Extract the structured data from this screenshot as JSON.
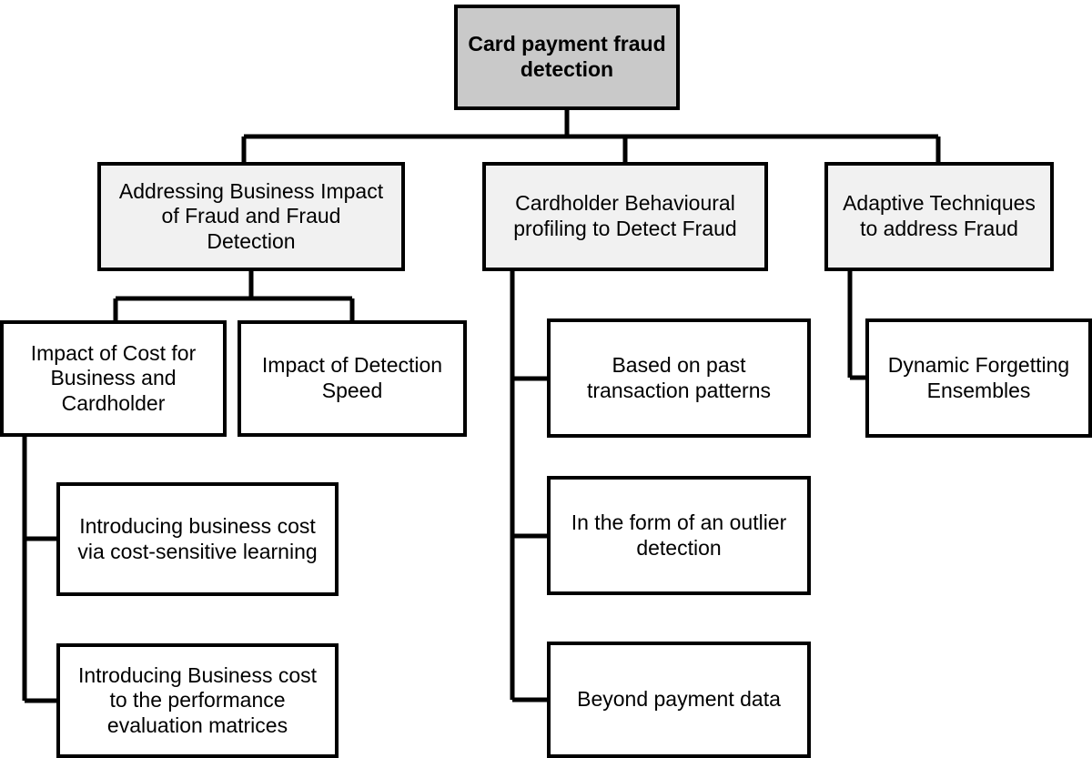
{
  "diagram": {
    "title": "Card payment fraud detection",
    "type": "hierarchy-tree",
    "colors": {
      "root_fill": "#c9c9c9",
      "branch_fill": "#f1f1f1",
      "leaf_fill": "#ffffff",
      "stroke": "#000000",
      "background": "#ffffff"
    },
    "nodes": {
      "root": {
        "label": "Card payment fraud\ndetection",
        "level": 1
      },
      "branch_1": {
        "label": "Addressing Business Impact\nof Fraud and Fraud\nDetection",
        "level": 2
      },
      "branch_2": {
        "label": "Cardholder Behavioural\nprofiling to Detect Fraud",
        "level": 2
      },
      "branch_3": {
        "label": "Adaptive Techniques\nto address Fraud",
        "level": 2
      },
      "leaf_1_1": {
        "label": "Impact of Cost for\nBusiness and\nCardholder",
        "level": 3
      },
      "leaf_1_2": {
        "label": "Impact of Detection\nSpeed",
        "level": 3
      },
      "leaf_1_1_1": {
        "label": "Introducing business cost\nvia cost-sensitive learning",
        "level": 4
      },
      "leaf_1_1_2": {
        "label": "Introducing Business cost\nto the performance\nevaluation matrices",
        "level": 4
      },
      "leaf_2_1": {
        "label": "Based on past\ntransaction patterns",
        "level": 3
      },
      "leaf_2_2": {
        "label": "In the form of an outlier\ndetection",
        "level": 3
      },
      "leaf_2_3": {
        "label": "Beyond payment data",
        "level": 3
      },
      "leaf_3_1": {
        "label": "Dynamic Forgetting\nEnsembles",
        "level": 3
      }
    }
  }
}
